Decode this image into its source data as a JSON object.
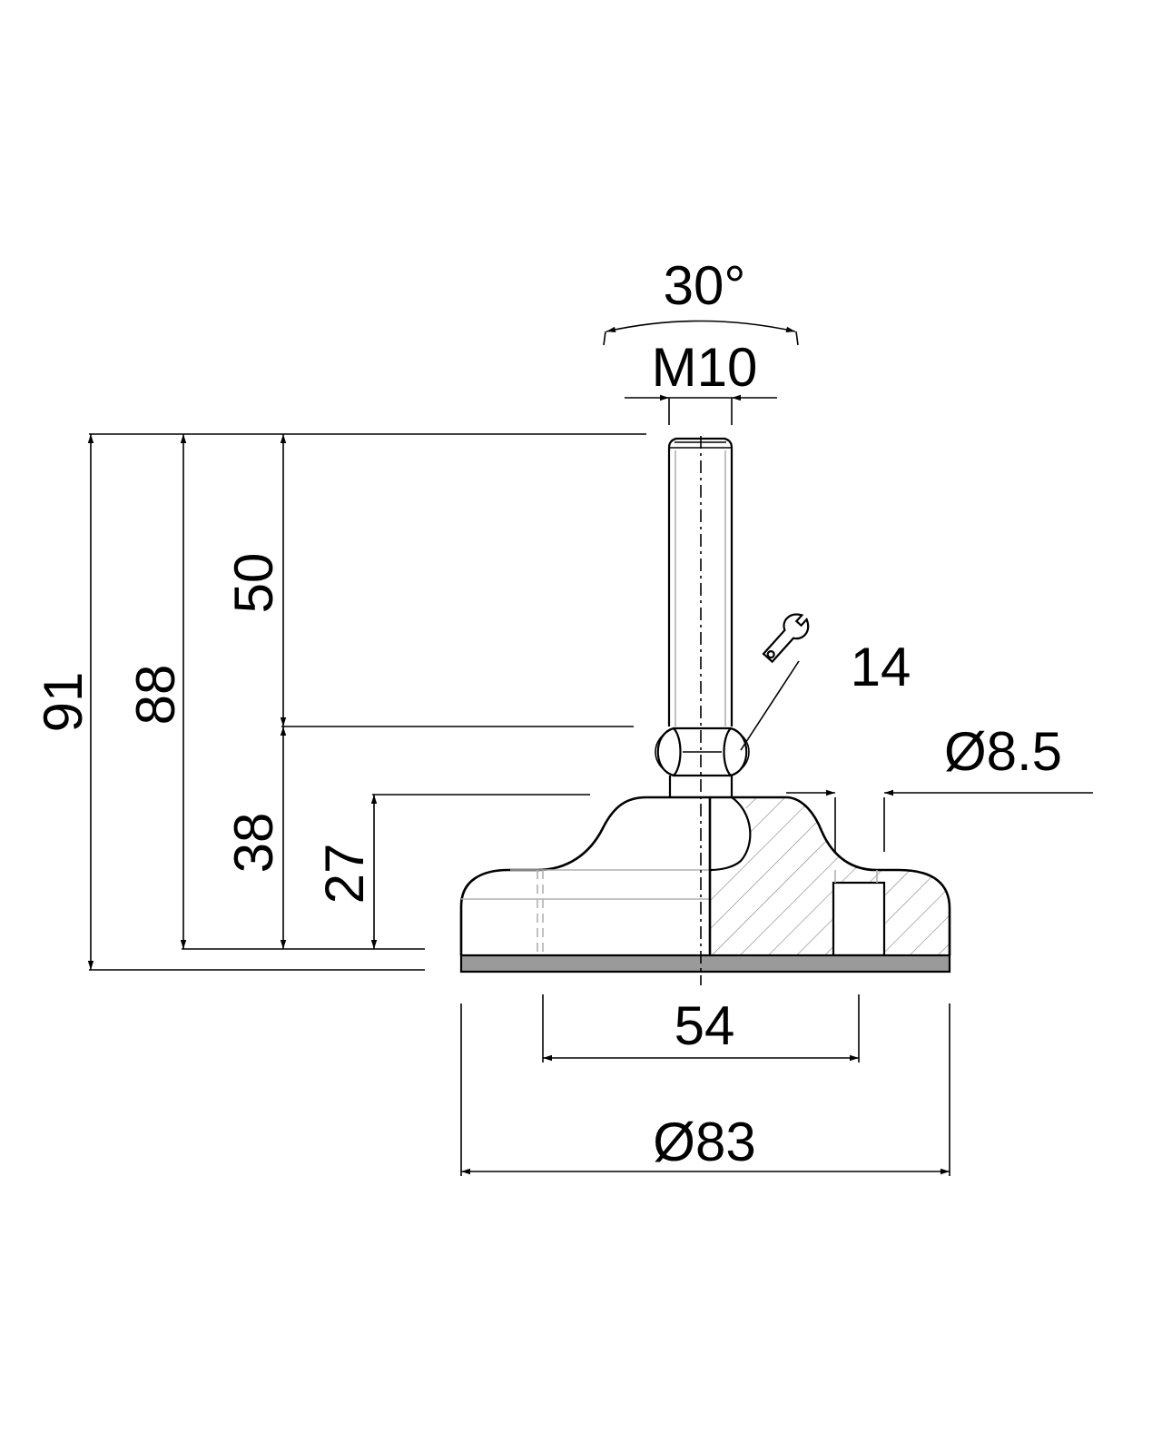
{
  "dimensions": {
    "angle": "30°",
    "thread": "M10",
    "overall_height": "91",
    "height_88": "88",
    "thread_length": "50",
    "height_38": "38",
    "base_height": "27",
    "wrench_size": "14",
    "hole_diameter": "Ø8.5",
    "inner_width": "54",
    "base_diameter": "Ø83"
  }
}
